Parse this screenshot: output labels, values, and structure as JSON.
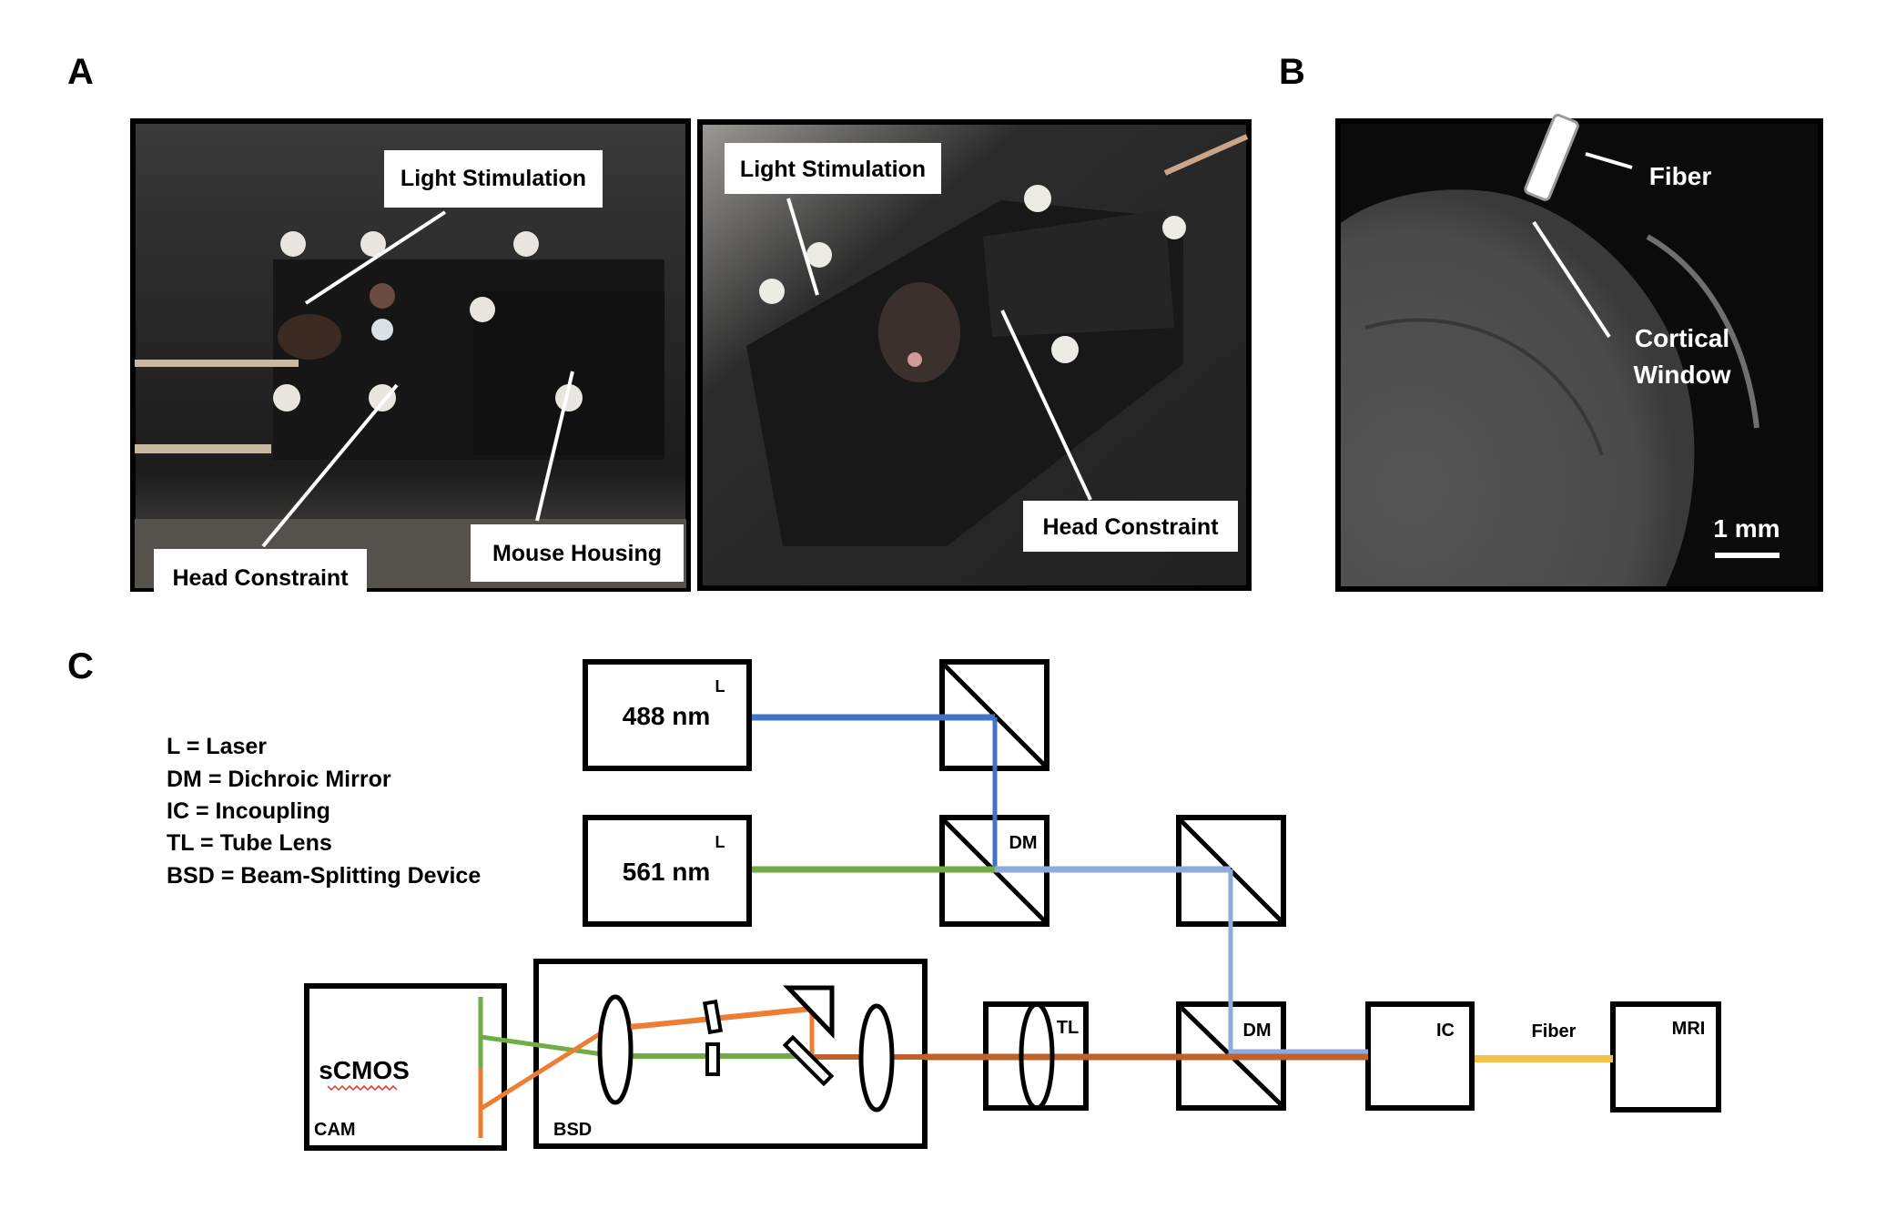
{
  "figure": {
    "panel_letters": {
      "a": "A",
      "b": "B",
      "c": "C"
    },
    "panel_a": {
      "photo_left": {
        "labels": {
          "light_stimulation": "Light Stimulation",
          "head_constraint": "Head Constraint",
          "mouse_housing": "Mouse Housing"
        }
      },
      "photo_right": {
        "labels": {
          "light_stimulation": "Light Stimulation",
          "head_constraint": "Head Constraint"
        }
      }
    },
    "panel_b": {
      "labels": {
        "fiber": "Fiber",
        "cortical_line1": "Cortical",
        "cortical_line2": "Window",
        "scale_bar": "1 mm"
      }
    },
    "panel_c": {
      "legend": [
        "L = Laser",
        "DM = Dichroic Mirror",
        "IC = Incoupling",
        "TL = Tube Lens",
        "BSD = Beam-Splitting Device"
      ],
      "components": {
        "laser_488": {
          "wavelength": "488 nm",
          "tag": "L"
        },
        "laser_561": {
          "wavelength": "561 nm",
          "tag": "L"
        },
        "dm_upper": {
          "tag": "DM"
        },
        "dm_lower": {
          "tag": "DM"
        },
        "tube_lens": {
          "tag": "TL"
        },
        "incoupling": {
          "tag": "IC"
        },
        "fiber": {
          "tag": "Fiber"
        },
        "mri": {
          "tag": "MRI"
        },
        "camera": {
          "sensor": "sCMOS",
          "tag": "CAM"
        },
        "bsd": {
          "tag": "BSD"
        }
      },
      "beam_colors": {
        "blue_488": "#4472c4",
        "green_561": "#70ad47",
        "combined": "#8faadc",
        "orange_emission": "#ed7d31",
        "emission_combined": "#c0602a",
        "fiber": "#f6bf45"
      }
    }
  }
}
